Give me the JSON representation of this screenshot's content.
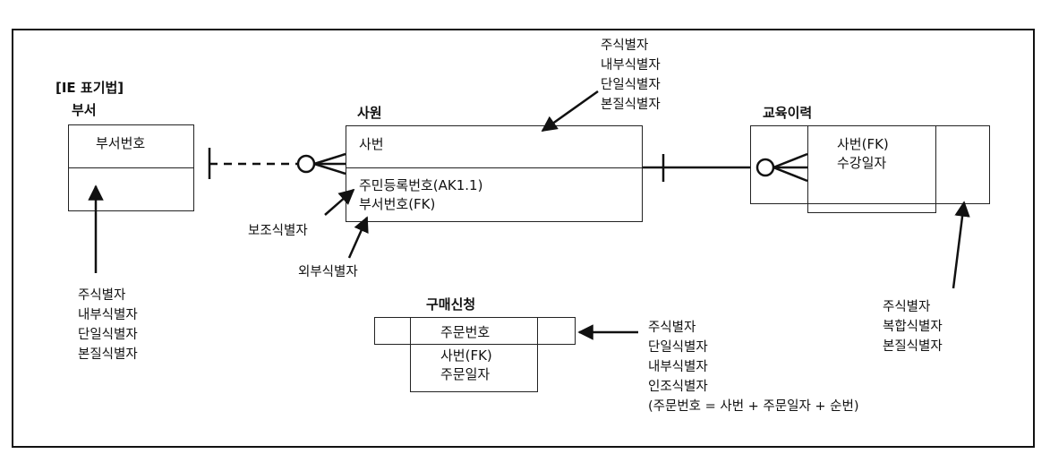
{
  "notation_label": "[IE 표기법]",
  "entities": {
    "department": {
      "name": "부서",
      "key": "부서번호"
    },
    "employee": {
      "name": "사원",
      "key": "사번",
      "attributes": [
        "주민등록번호(AK1.1)",
        "부서번호(FK)"
      ]
    },
    "education": {
      "name": "교육이력",
      "keys": [
        "사번(FK)",
        "수강일자"
      ]
    },
    "purchase": {
      "name": "구매신청",
      "key": "주문번호",
      "attributes": [
        "사번(FK)",
        "주문일자"
      ]
    }
  },
  "annotations": {
    "employee_key": [
      "주식별자",
      "내부식별자",
      "단일식별자",
      "본질식별자"
    ],
    "alternate_key": "보조식별자",
    "foreign_key": "외부식별자",
    "department_key": [
      "주식별자",
      "내부식별자",
      "단일식별자",
      "본질식별자"
    ],
    "education_key": [
      "주식별자",
      "복합식별자",
      "본질식별자"
    ],
    "purchase_key": [
      "주식별자",
      "단일식별자",
      "내부식별자",
      "인조식별자",
      "(주문번호 = 사번 + 주문일자 + 순번)"
    ]
  }
}
